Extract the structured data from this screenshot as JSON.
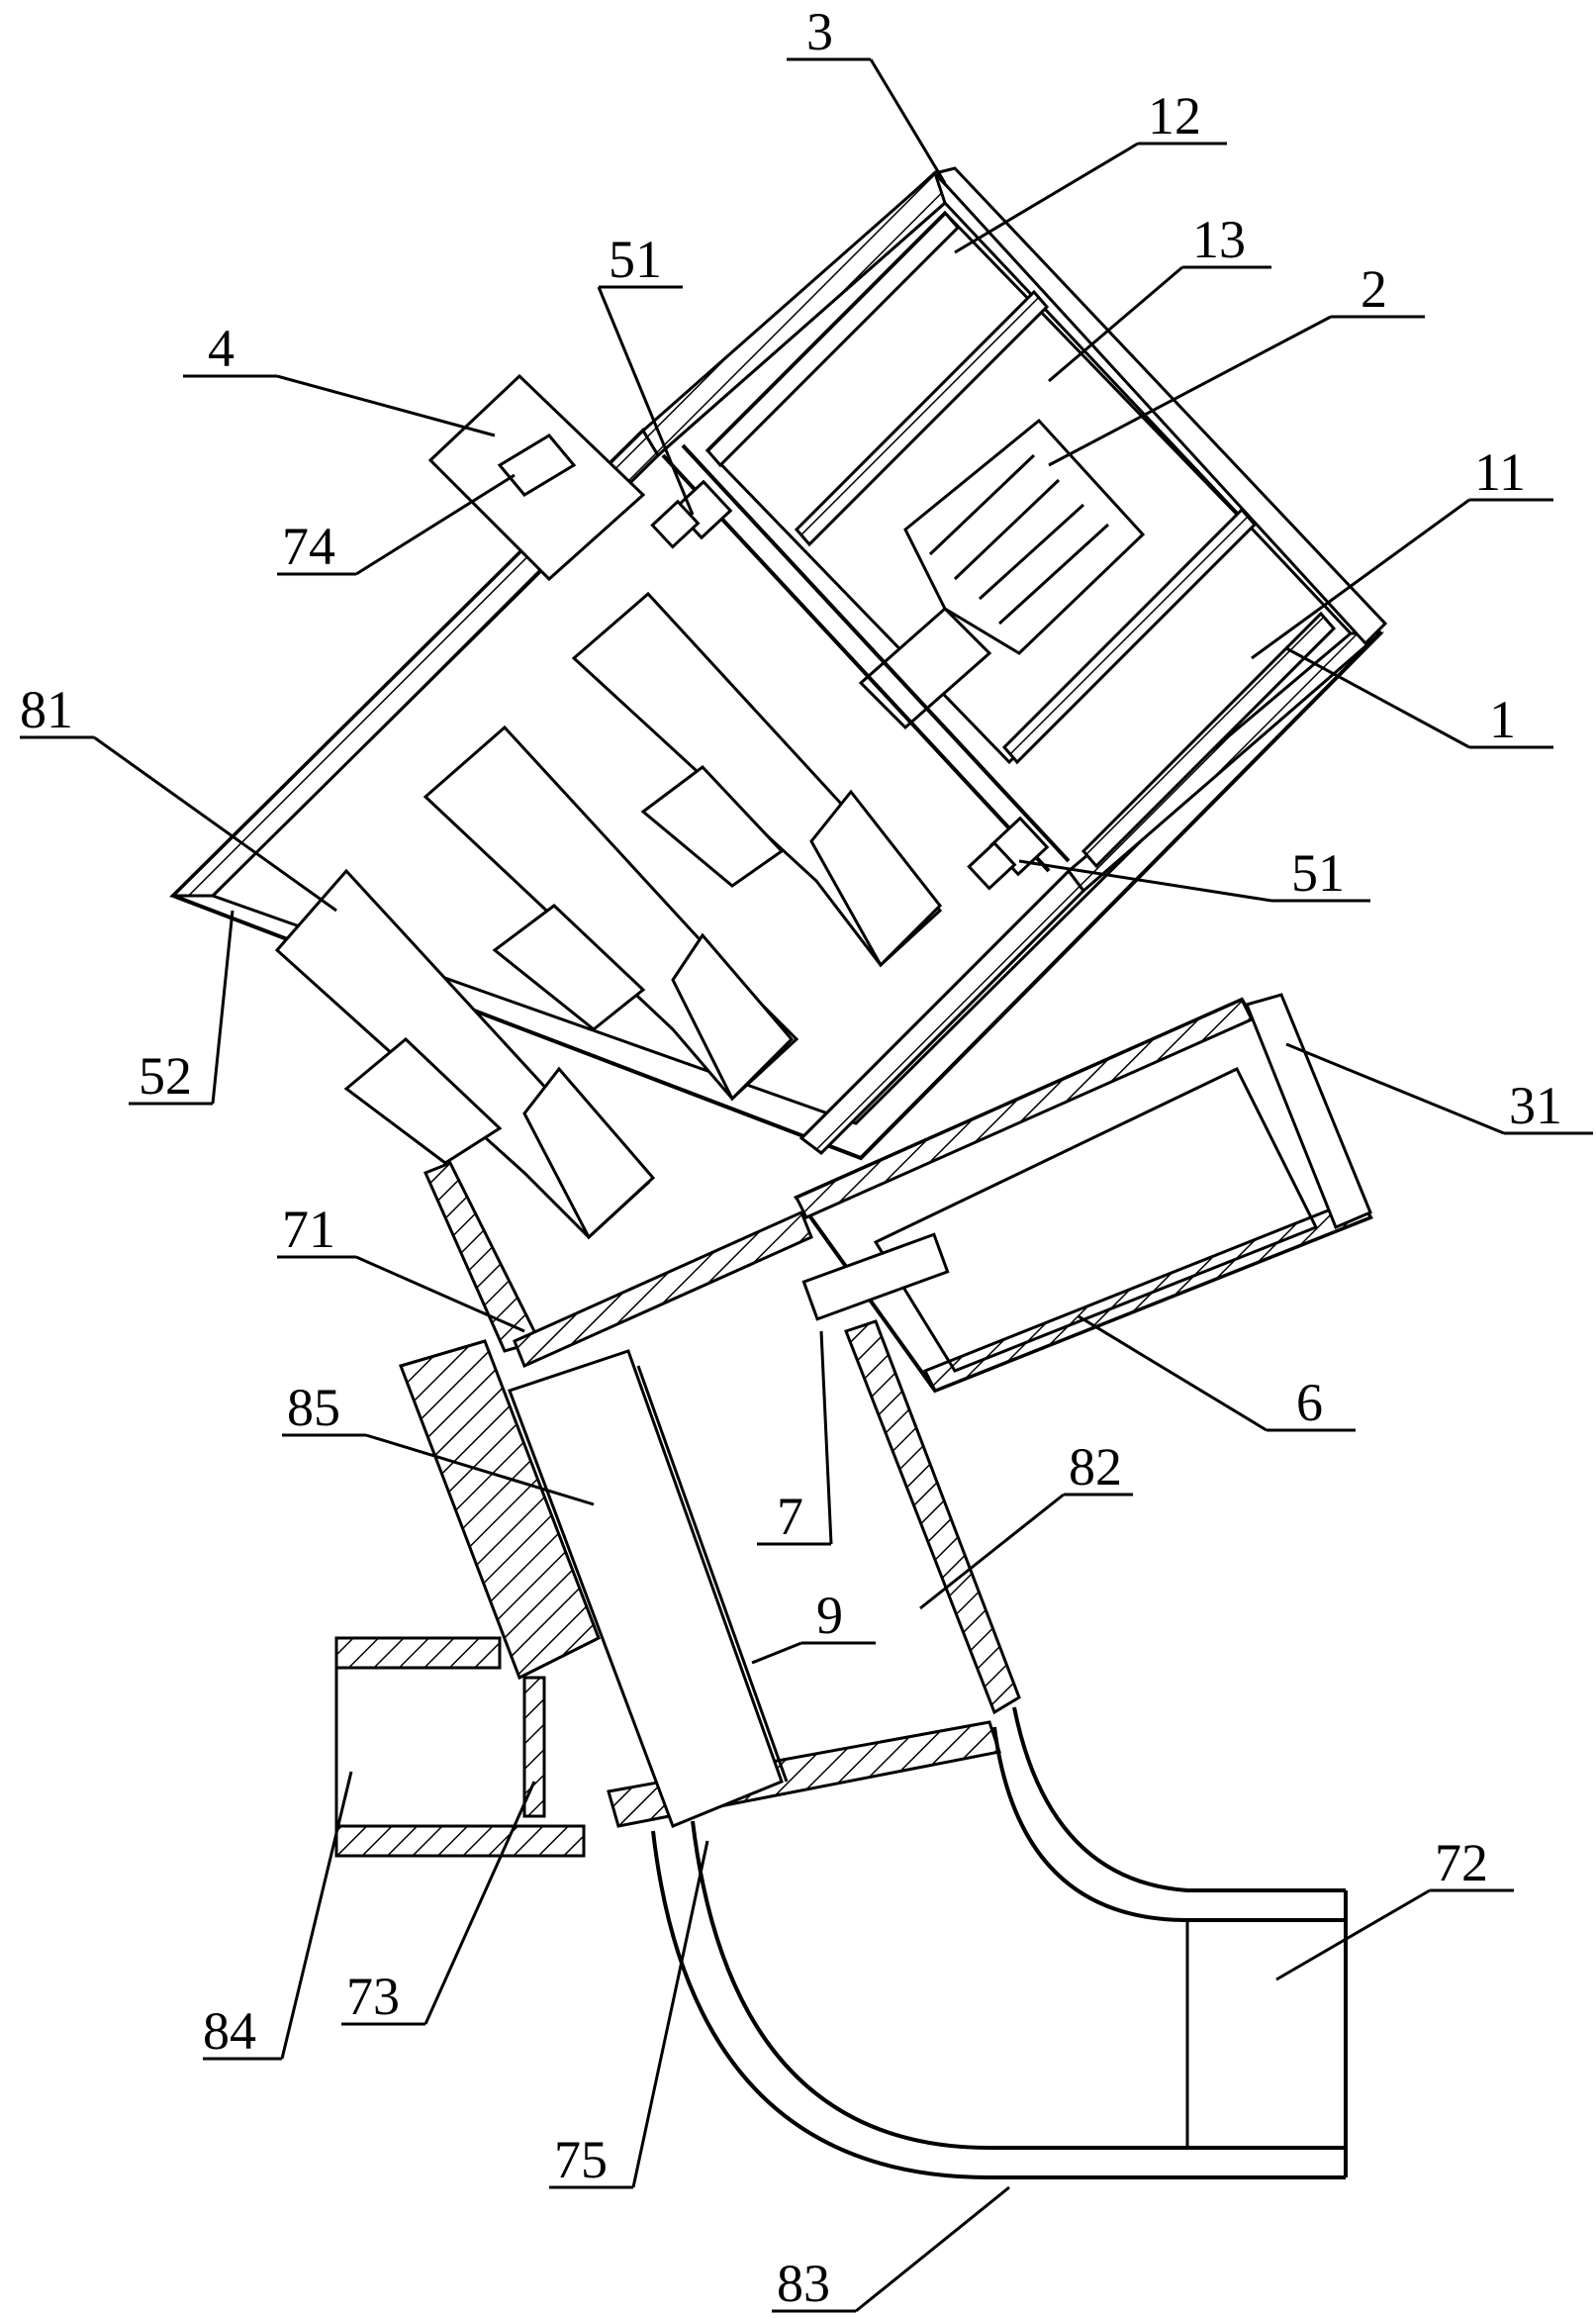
{
  "labels": {
    "l3": "3",
    "l12": "12",
    "l13": "13",
    "l2": "2",
    "l11": "11",
    "l1": "1",
    "l51a": "51",
    "l51b": "51",
    "l4": "4",
    "l74": "74",
    "l81": "81",
    "l52": "52",
    "l31": "31",
    "l71": "71",
    "l85": "85",
    "l6": "6",
    "l82": "82",
    "l7": "7",
    "l9": "9",
    "l72": "72",
    "l84": "84",
    "l73": "73",
    "l75": "75",
    "l83": "83"
  }
}
